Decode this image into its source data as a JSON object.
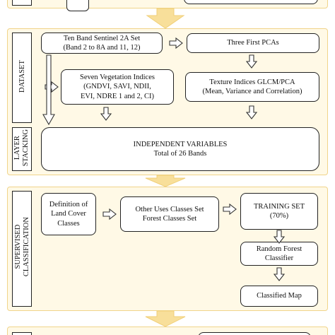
{
  "colors": {
    "section_fill": "#fff9e6",
    "section_border": "#f0d48a",
    "connector_arrow": "#f8df9a",
    "box_border": "#222222"
  },
  "sections": {
    "top": {
      "label_fragment": "F"
    },
    "dataset": {
      "label": "DATASET",
      "stacking_label_line1": "LAYER",
      "stacking_label_line2": "STACKING",
      "sentinel_line1": "Ten Band Sentinel 2A Set",
      "sentinel_line2": "(Band 2 to 8A and 11, 12)",
      "pcas": "Three First PCAs",
      "veg_line1": "Seven Vegetation Indices",
      "veg_line2": "(GNDVI, SAVI, NDII,",
      "veg_line3": "EVI, NDRE 1 and 2, CI)",
      "texture_line1": "Texture Indices GLCM/PCA",
      "texture_line2": "(Mean, Variance and Correlation)",
      "indep_line1": "INDEPENDENT VARIABLES",
      "indep_line2": "Total of 26 Bands"
    },
    "supervised": {
      "label_line1": "SUPERVISED",
      "label_line2": "CLASSIFICATION",
      "definition_line1": "Definition of",
      "definition_line2": "Land Cover",
      "definition_line3": "Classes",
      "classes_line1": "Other Uses Classes Set",
      "classes_line2": "Forest Classes Set",
      "training_line1": "TRAINING SET",
      "training_line2": "(70%)",
      "rf_line1": "Random Forest",
      "rf_line2": "Classifier",
      "classified": "Classified Map"
    }
  }
}
